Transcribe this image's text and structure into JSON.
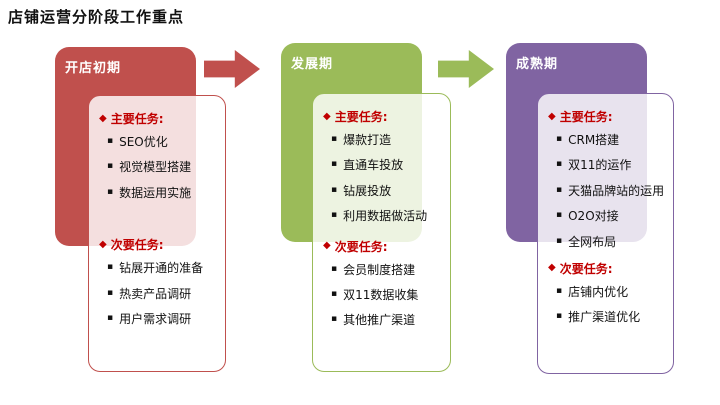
{
  "title": "店铺运营分阶段工作重点",
  "icons": {
    "diamond_bullet": "◆",
    "square_bullet": "▪"
  },
  "colors": {
    "stage1": "#C0504D",
    "stage2": "#9BBB59",
    "stage3": "#8064A2",
    "section_label": "#C00000",
    "arrow1": "#C0504D",
    "arrow2": "#9BBB59"
  },
  "stages": [
    {
      "name": "开店初期",
      "main_label": "主要任务:",
      "main_tasks": [
        "SEO优化",
        "视觉模型搭建",
        "数据运用实施"
      ],
      "secondary_label": "次要任务:",
      "secondary_tasks": [
        "钻展开通的准备",
        "热卖产品调研",
        "用户需求调研"
      ]
    },
    {
      "name": "发展期",
      "main_label": "主要任务:",
      "main_tasks": [
        "爆款打造",
        "直通车投放",
        "钻展投放",
        "利用数据做活动"
      ],
      "secondary_label": "次要任务:",
      "secondary_tasks": [
        "会员制度搭建",
        "双11数据收集",
        "其他推广渠道"
      ]
    },
    {
      "name": "成熟期",
      "main_label": "主要任务:",
      "main_tasks": [
        "CRM搭建",
        "双11的运作",
        "天猫品牌站的运用",
        "O2O对接",
        "全网布局"
      ],
      "secondary_label": "次要任务:",
      "secondary_tasks": [
        "店铺内优化",
        "推广渠道优化"
      ]
    }
  ]
}
